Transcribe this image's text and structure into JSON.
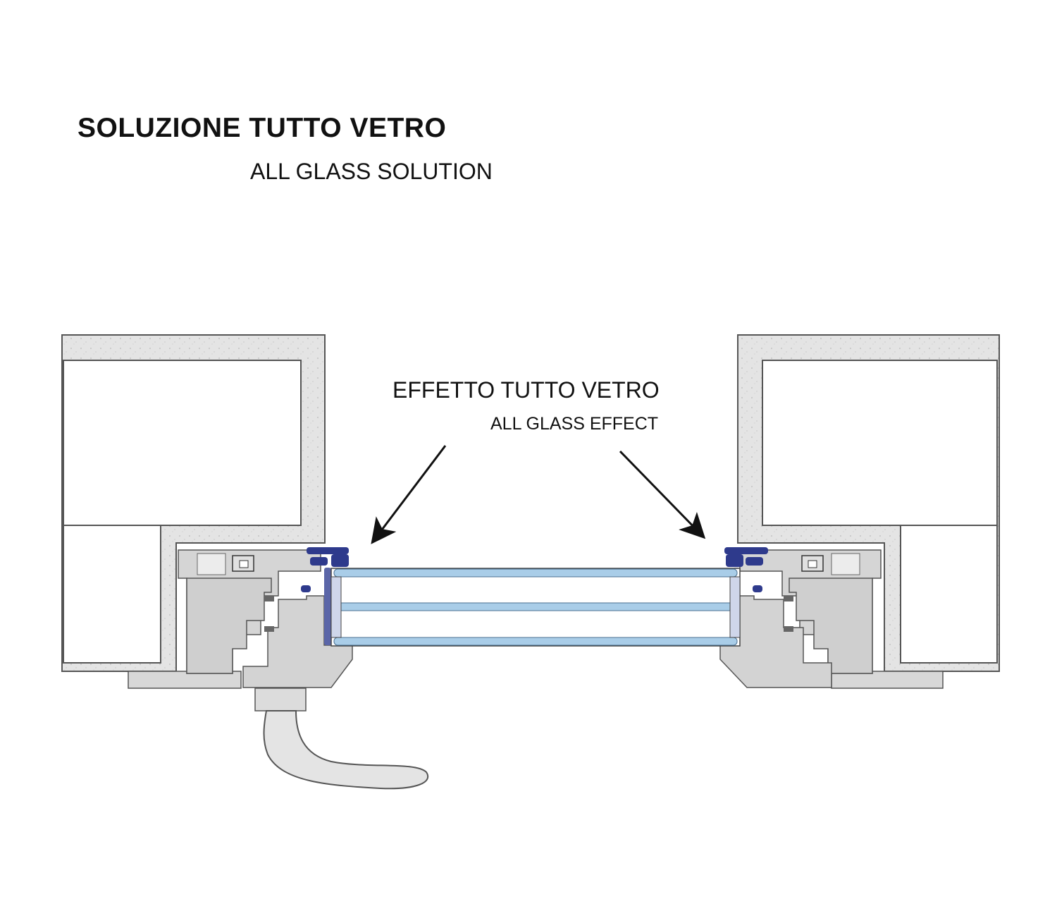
{
  "header": {
    "title": "SOLUZIONE TUTTO VETRO",
    "subtitle": "ALL GLASS SOLUTION"
  },
  "callout": {
    "label": "EFFETTO TUTTO VETRO",
    "sublabel": "ALL GLASS EFFECT"
  },
  "colors": {
    "wall_fill": "#e6e6e6",
    "frame_fill": "#d6d6d6",
    "glass_blue": "#a9cde8",
    "gasket_blue": "#2e3a8c",
    "line": "#333333",
    "text": "#111111"
  }
}
